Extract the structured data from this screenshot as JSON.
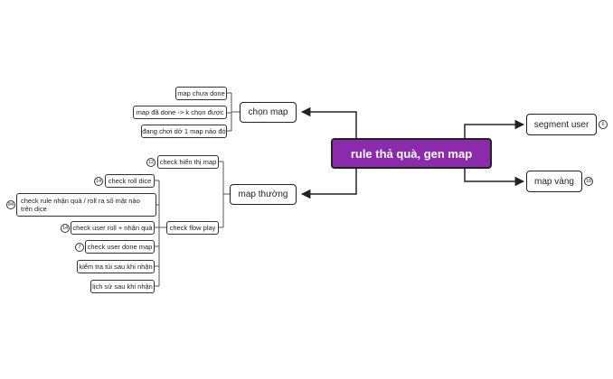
{
  "colors": {
    "root_fill": "#8b2bab",
    "line": "#222222",
    "background": "#ffffff"
  },
  "root": {
    "label": "rule thả quà, gen map"
  },
  "right": {
    "segment_user": {
      "label": "segment user",
      "badge": "6"
    },
    "map_vang": {
      "label": "map vàng",
      "badge": "18"
    }
  },
  "left": {
    "chon_map": {
      "label": "chọn map",
      "children": [
        "map chưa done",
        "map đã done -> k chọn được",
        "đang chơi dở 1 map nào đó"
      ]
    },
    "map_thuong": {
      "label": "map thường",
      "check_hien_thi_map": {
        "label": "check hiển thị map",
        "badge": "12"
      },
      "check_flow_play": {
        "label": "check flow play",
        "children": [
          {
            "label": "check roll dice",
            "badge": "14"
          },
          {
            "label": "check rule nhận quà / roll ra số mặt nào trên dice",
            "badge": "84"
          },
          {
            "label": "check user roll + nhận quà",
            "badge": "14"
          },
          {
            "label": "check user done map",
            "badge": "7"
          },
          {
            "label": "kiểm tra túi sau khi nhận",
            "badge": ""
          },
          {
            "label": "lịch sử sau khi nhận",
            "badge": ""
          }
        ]
      }
    }
  }
}
